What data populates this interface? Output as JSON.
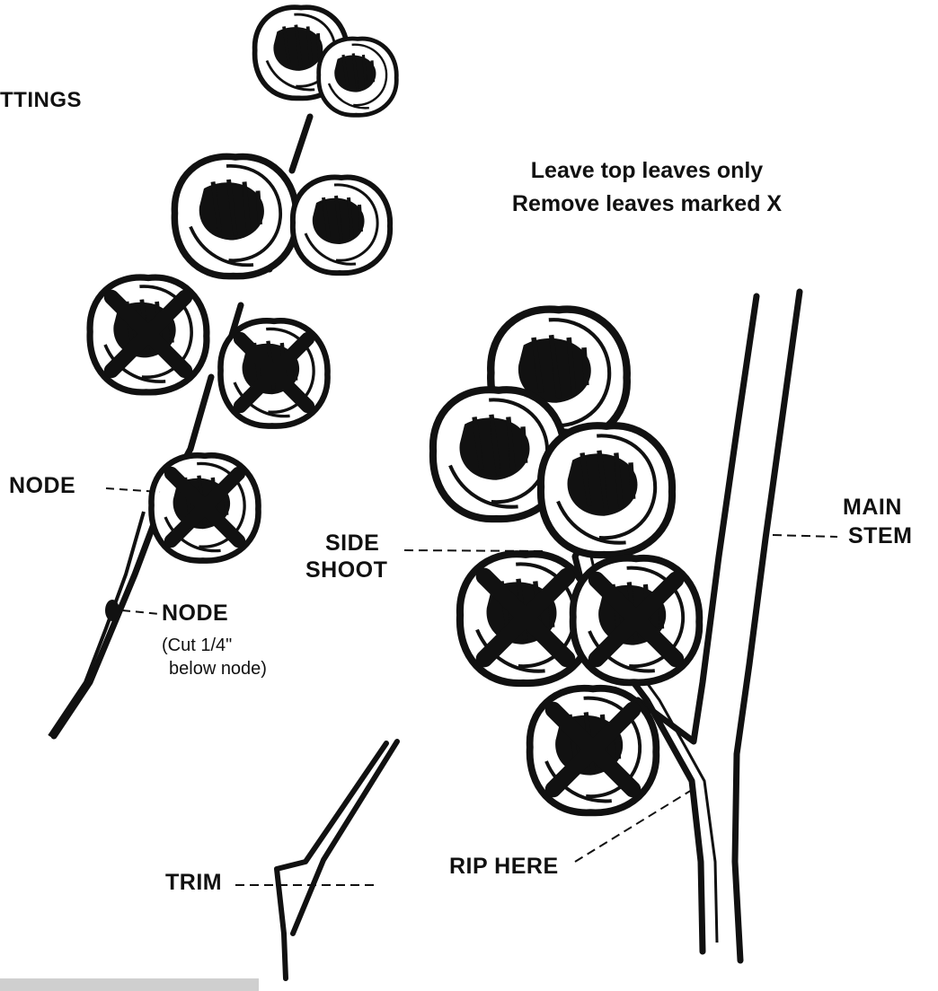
{
  "labels": {
    "cuttings_partial": "TTINGS",
    "instruction_line1": "Leave top leaves only",
    "instruction_line2": "Remove leaves marked X",
    "node_upper": "NODE",
    "node_lower": "NODE",
    "node_note_line1": "(Cut 1/4\"",
    "node_note_line2": "below node)",
    "side_shoot_line1": "SIDE",
    "side_shoot_line2": "SHOOT",
    "main_stem_line1": "MAIN",
    "main_stem_line2": "STEM",
    "trim": "TRIM",
    "rip_here": "RIP HERE"
  },
  "colors": {
    "ink": "#111111",
    "paper": "#ffffff",
    "edge_strip": "#cfcfcf"
  }
}
